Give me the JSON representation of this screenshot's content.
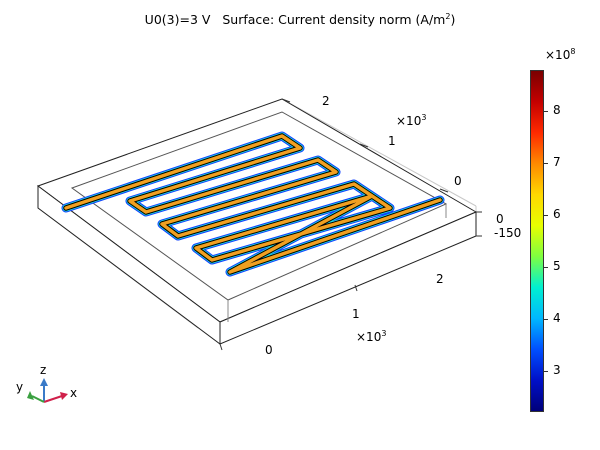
{
  "plot": {
    "title_main": "U0(3)=3 V   Surface: Current density norm (A/m",
    "title_sup": "2",
    "title_end": ")"
  },
  "axes": {
    "y_exponent_base": "×10",
    "y_exponent_power": "3",
    "x_exponent_base": "×10",
    "x_exponent_power": "3",
    "y_ticks": [
      "2",
      "1",
      "0"
    ],
    "x_ticks": [
      "2",
      "1",
      "0"
    ],
    "z_ticks": [
      "0",
      "-150"
    ]
  },
  "colorbar": {
    "exponent_base": "×10",
    "exponent_power": "8",
    "ticks": [
      "8",
      "7",
      "6",
      "5",
      "4",
      "3"
    ],
    "colors": [
      "#7a0000",
      "#c40000",
      "#ff2a00",
      "#ff8a00",
      "#ffd800",
      "#e8ff00",
      "#7fff40",
      "#00f0d0",
      "#00b8ff",
      "#0050ff",
      "#0010c8",
      "#00007a"
    ],
    "min": 2.2,
    "max": 8.8
  },
  "triad": {
    "x_label": "x",
    "y_label": "y",
    "z_label": "z",
    "x_color": "#d0204a",
    "y_color": "#3aa040",
    "z_color": "#3a7ac8"
  },
  "serpentine": {
    "color": "#f0a020",
    "outline": "#000000",
    "edge_blue": "#1040ff",
    "edge_cyan": "#20e0e0"
  }
}
